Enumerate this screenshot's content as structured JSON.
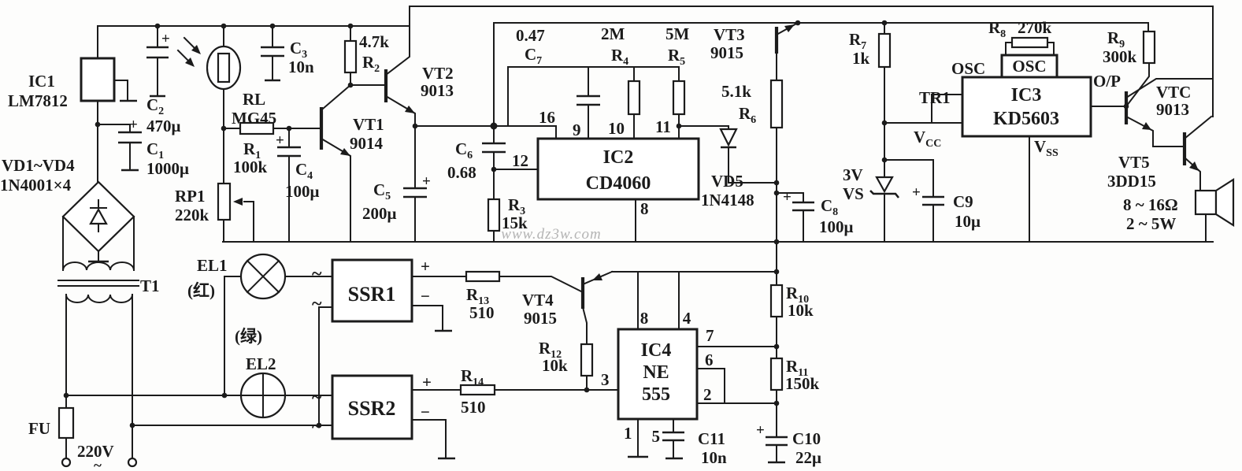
{
  "sym": {
    "plus": "+",
    "minus": "−",
    "ac": "~"
  },
  "watermark": "www.dz3w.com",
  "power": {
    "ic1": "IC1",
    "ic1_part": "LM7812",
    "c2": "C2",
    "c2_val": "470μ",
    "c1": "C1",
    "c1_val": "1000μ",
    "bridge": "VD1~VD4",
    "bridge_part": "1N4001×4",
    "t1": "T1",
    "fu": "FU",
    "mains_v": "220V"
  },
  "sensor": {
    "rl": "RL",
    "rl_part": "MG45",
    "r1": "R1",
    "r1_val": "100k",
    "rp1": "RP1",
    "rp1_val": "220k",
    "c3": "C3",
    "c3_val": "10n",
    "c4": "C4",
    "c4_val": "100μ",
    "r2": "R2",
    "r2_val": "4.7k",
    "vt1": "VT1",
    "vt1_part": "9014",
    "vt2": "VT2",
    "vt2_part": "9013",
    "c5": "C5",
    "c5_val": "200μ"
  },
  "osc": {
    "c6": "C6",
    "c6_val": "0.68",
    "c7": "C7",
    "c7_val": "0.47",
    "r4": "R4",
    "r4_val": "2M",
    "r5": "R5",
    "r5_val": "5M",
    "r3": "R3",
    "r3_val": "15k",
    "ic2": "IC2",
    "ic2_part": "CD4060",
    "p16": "16",
    "p9": "9",
    "p10": "10",
    "p11": "11",
    "p12": "12",
    "p8": "8",
    "vt3": "VT3",
    "vt3_part": "9015",
    "r6": "R6",
    "r6_val": "5.1k",
    "vd5": "VD5",
    "vd5_part": "1N4148"
  },
  "alarm": {
    "r7": "R7",
    "r7_val": "1k",
    "r8": "R8",
    "r8_val": "270k",
    "osc_pin": "OSC",
    "osc_box": "OSC",
    "tr1": "TR1",
    "ic3": "IC3",
    "ic3_part": "KD5603",
    "vcc": "V",
    "vcc_sub": "CC",
    "vss": "V",
    "vss_sub": "SS",
    "op": "O/P",
    "vs_v": "3V",
    "vs": "VS",
    "c8": "C8",
    "c8_val": "100μ",
    "c9": "C9",
    "c9_val": "10μ",
    "r9": "R9",
    "r9_val": "300k"
  },
  "out": {
    "vtc": "VTC",
    "vtc_part": "9013",
    "vt5": "VT5",
    "vt5_part": "3DD15",
    "spk_z": "8 ~ 16Ω",
    "spk_w": "2 ~ 5W"
  },
  "relay": {
    "el1": "EL1",
    "el1_color": "(红)",
    "el2": "EL2",
    "el2_color": "(绿)",
    "ssr1": "SSR1",
    "ssr2": "SSR2",
    "r13": "R13",
    "r13_val": "510",
    "r14": "R14",
    "r14_val": "510"
  },
  "timer": {
    "vt4": "VT4",
    "vt4_part": "9015",
    "r12": "R12",
    "r12_val": "10k",
    "r10": "R10",
    "r10_val": "10k",
    "r11": "R11",
    "r11_val": "150k",
    "ic4": "IC4",
    "ic4_a": "NE",
    "ic4_b": "555",
    "p8": "8",
    "p4": "4",
    "p7": "7",
    "p6": "6",
    "p2": "2",
    "p3": "3",
    "p1": "1",
    "p5": "5",
    "c10": "C10",
    "c10_val": "22μ",
    "c11": "C11",
    "c11_val": "10n"
  }
}
